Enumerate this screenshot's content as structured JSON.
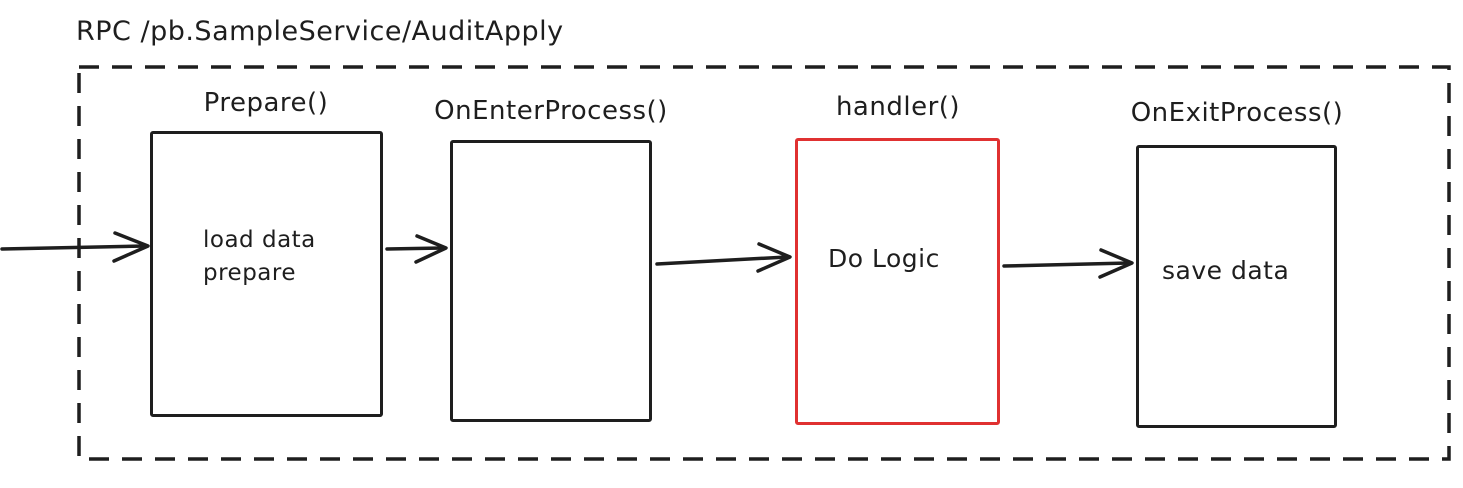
{
  "diagram": {
    "title": "RPC /pb.SampleService/AuditApply",
    "boxes": [
      {
        "label": "Prepare()",
        "content": "load data\nprepare",
        "border_color": "#1e1e1e"
      },
      {
        "label": "OnEnterProcess()",
        "content": "",
        "border_color": "#1e1e1e"
      },
      {
        "label": "handler()",
        "content": "Do Logic",
        "border_color": "#e03131"
      },
      {
        "label": "OnExitProcess()",
        "content": "save data",
        "border_color": "#1e1e1e"
      }
    ],
    "colors": {
      "stroke": "#1e1e1e",
      "accent_red": "#e03131",
      "background": "#ffffff"
    }
  }
}
